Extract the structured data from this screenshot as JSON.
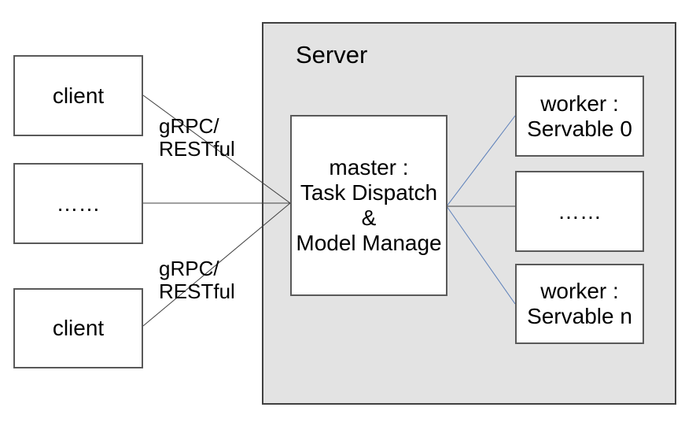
{
  "clients": [
    {
      "label": "client"
    },
    {
      "label": "……"
    },
    {
      "label": "client"
    }
  ],
  "edge_labels": [
    {
      "line1": "gRPC/",
      "line2": "RESTful"
    },
    {
      "line1": "gRPC/",
      "line2": "RESTful"
    }
  ],
  "server": {
    "title": "Server",
    "master": {
      "line1": "master :",
      "line2": "Task Dispatch",
      "line3": "&",
      "line4": "Model Manage"
    },
    "workers": [
      {
        "line1": "worker :",
        "line2": "Servable 0"
      },
      {
        "line1": "……"
      },
      {
        "line1": "worker :",
        "line2": "Servable n"
      }
    ]
  },
  "colors": {
    "server_fill": "#e3e3e3",
    "server_border": "#404040",
    "box_border": "#595959",
    "connector_black": "#404040",
    "connector_blue": "#5b7fb9",
    "text": "#000000"
  }
}
